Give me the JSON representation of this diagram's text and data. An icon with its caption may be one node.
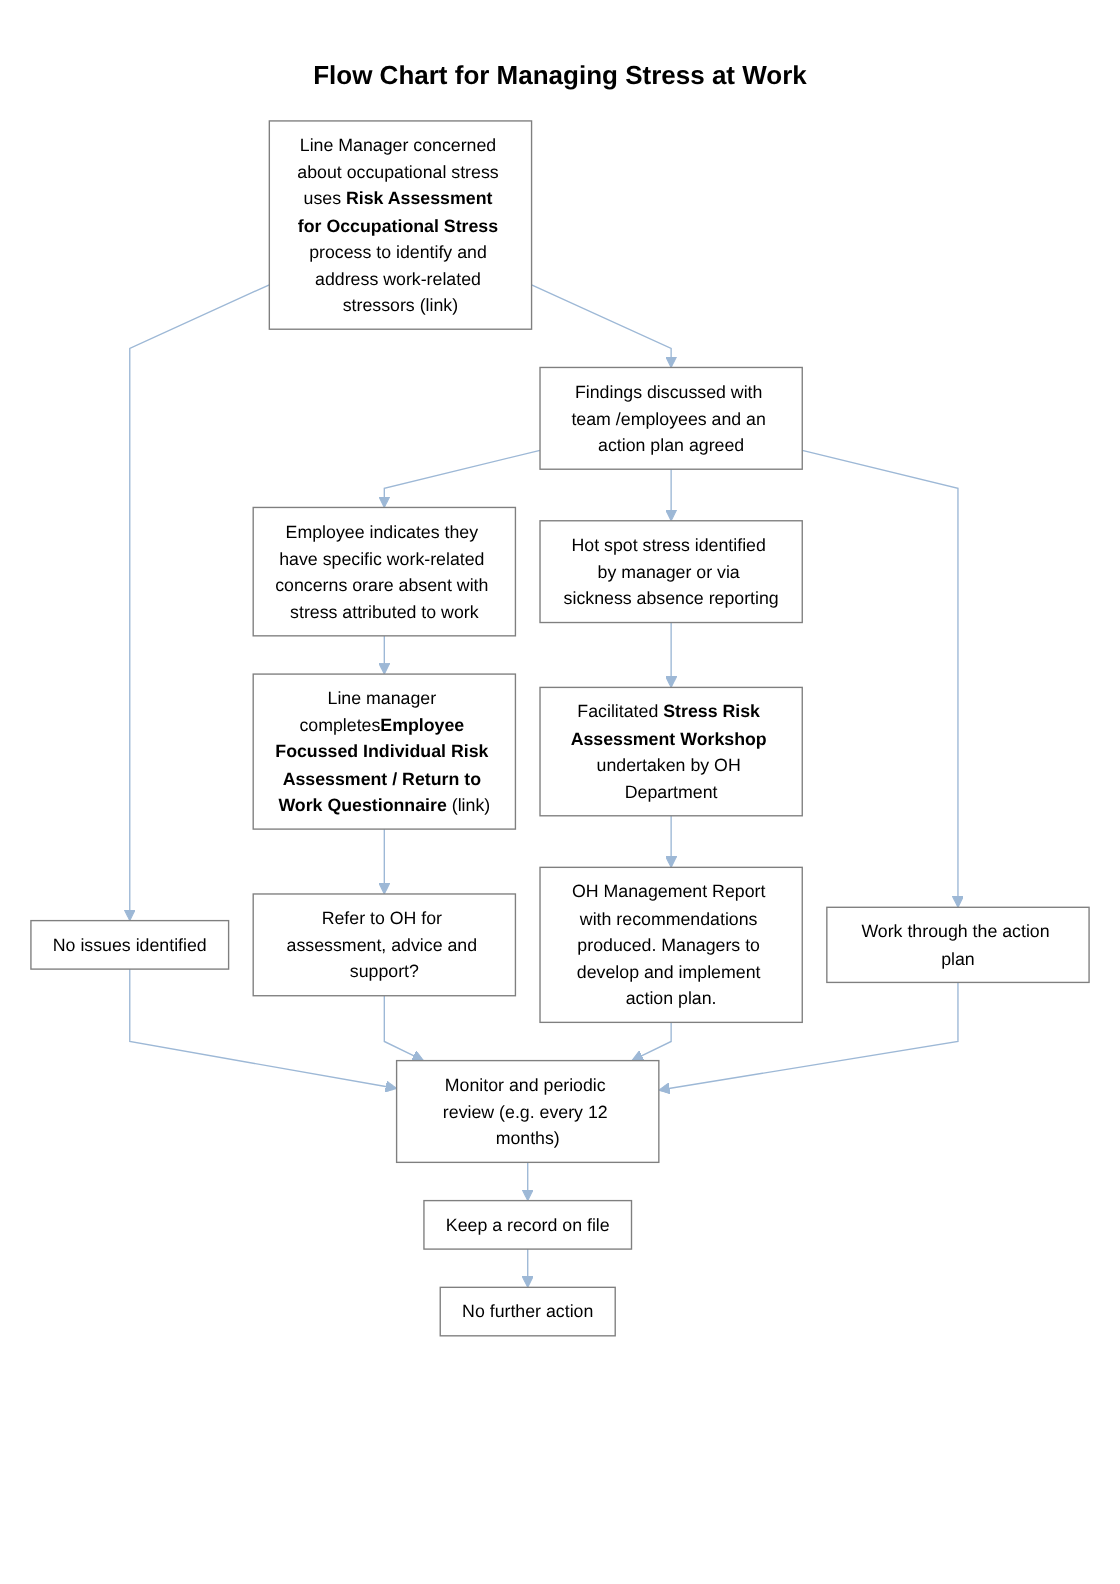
{
  "diagram": {
    "title": "Flow Chart for Managing Stress at Work",
    "nodes": [
      {
        "text": [
          "Line Manager concerned about occupational stress uses **Risk Assessment for Occupational Stress** process to identify and address work-related stressors (link)"
        ]
      },
      {
        "text": [
          "Findings discussed with team /employees and an action plan agreed"
        ]
      },
      {
        "text": [
          "No issues identified"
        ]
      },
      {
        "text": [
          "Employee indicates they have specific work-related concerns orare absent with stress attributed to work"
        ]
      },
      {
        "text": [
          "Hot spot stress identified by manager or via sickness absence reporting"
        ]
      },
      {
        "text": [
          "Work through the action plan"
        ]
      },
      {
        "text": [
          "Line manager completes**Employee Focussed Individual Risk Assessment / Return to Work Questionnaire** (link)"
        ]
      },
      {
        "text": [
          "Facilitated **Stress Risk Assessment Workshop** undertaken by OH Department"
        ]
      },
      {
        "text": [
          "Refer to OH for assessment, advice and support?"
        ]
      },
      {
        "text": [
          "OH Management Report with recommendations produced. Managers to develop and implement action plan."
        ]
      },
      {
        "text": [
          "Monitor and periodic review (e.g. every 12 months)"
        ]
      },
      {
        "text": [
          "Keep a record on file"
        ]
      },
      {
        "text": [
          "No further action"
        ]
      }
    ],
    "edges": [
      {
        "from": 0,
        "to": 1,
        "arrow": "to"
      },
      {
        "from": 0,
        "to": 2,
        "arrow": "to"
      },
      {
        "from": 1,
        "to": 3,
        "arrow": "to"
      },
      {
        "from": 1,
        "to": 4,
        "arrow": "to"
      },
      {
        "from": 1,
        "to": 5,
        "arrow": "to"
      },
      {
        "from": 3,
        "to": 6,
        "arrow": "to"
      },
      {
        "from": 4,
        "to": 7,
        "arrow": "to"
      },
      {
        "from": 6,
        "to": 8,
        "arrow": "to"
      },
      {
        "from": 7,
        "to": 9,
        "arrow": "to"
      },
      {
        "from": 2,
        "to": 10,
        "arrow": "to"
      },
      {
        "from": 8,
        "to": 10,
        "arrow": "to"
      },
      {
        "from": 9,
        "to": 10,
        "arrow": "to"
      },
      {
        "from": 5,
        "to": 10,
        "arrow": "to"
      },
      {
        "from": 10,
        "to": 11,
        "arrow": "to"
      },
      {
        "from": 11,
        "to": 12,
        "arrow": "to"
      }
    ]
  }
}
